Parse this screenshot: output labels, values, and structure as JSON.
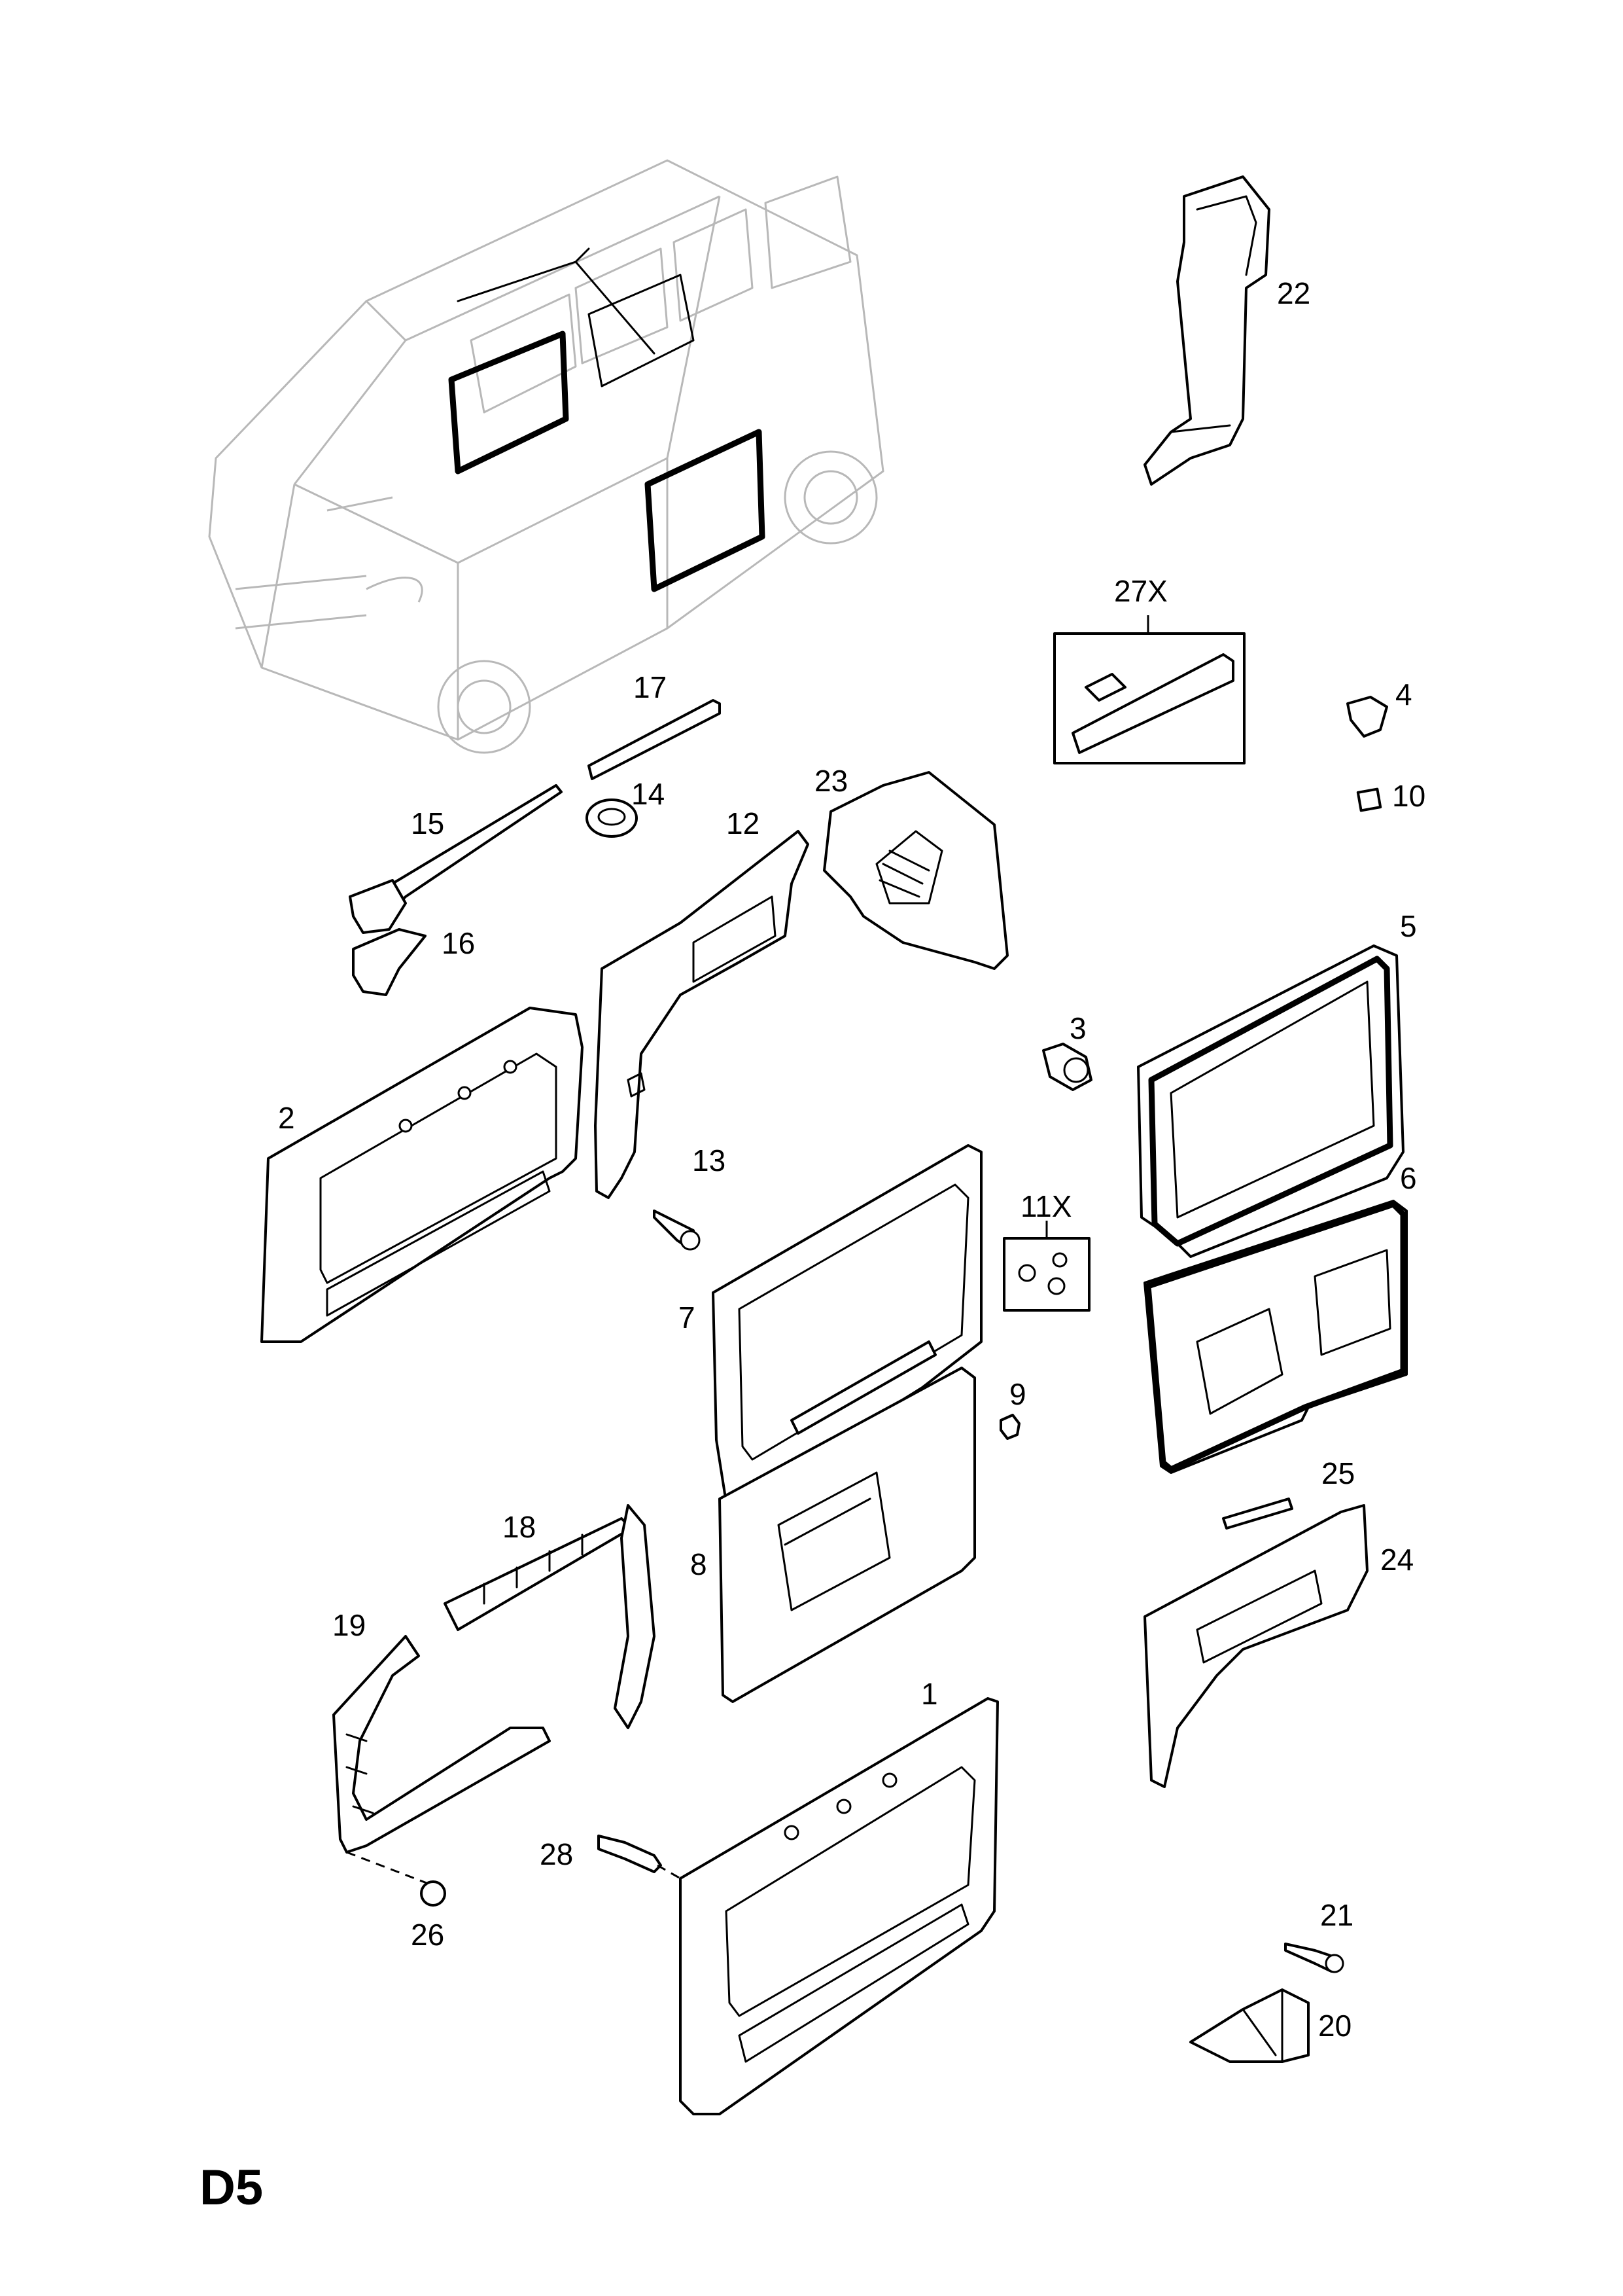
{
  "diagram": {
    "sheet_code": "D5",
    "callouts": [
      {
        "id": "c22",
        "text": "22"
      },
      {
        "id": "c27x",
        "text": "27X"
      },
      {
        "id": "c4",
        "text": "4"
      },
      {
        "id": "c10",
        "text": "10"
      },
      {
        "id": "c17",
        "text": "17"
      },
      {
        "id": "c14",
        "text": "14"
      },
      {
        "id": "c23",
        "text": "23"
      },
      {
        "id": "c15",
        "text": "15"
      },
      {
        "id": "c12",
        "text": "12"
      },
      {
        "id": "c16",
        "text": "16"
      },
      {
        "id": "c5",
        "text": "5"
      },
      {
        "id": "c3",
        "text": "3"
      },
      {
        "id": "c2",
        "text": "2"
      },
      {
        "id": "c13",
        "text": "13"
      },
      {
        "id": "c6",
        "text": "6"
      },
      {
        "id": "c11x",
        "text": "11X"
      },
      {
        "id": "c7",
        "text": "7"
      },
      {
        "id": "c9",
        "text": "9"
      },
      {
        "id": "c25",
        "text": "25"
      },
      {
        "id": "c18",
        "text": "18"
      },
      {
        "id": "c8",
        "text": "8"
      },
      {
        "id": "c24",
        "text": "24"
      },
      {
        "id": "c19",
        "text": "19"
      },
      {
        "id": "c1",
        "text": "1"
      },
      {
        "id": "c28",
        "text": "28"
      },
      {
        "id": "c26",
        "text": "26"
      },
      {
        "id": "c21",
        "text": "21"
      },
      {
        "id": "c20",
        "text": "20"
      }
    ]
  }
}
